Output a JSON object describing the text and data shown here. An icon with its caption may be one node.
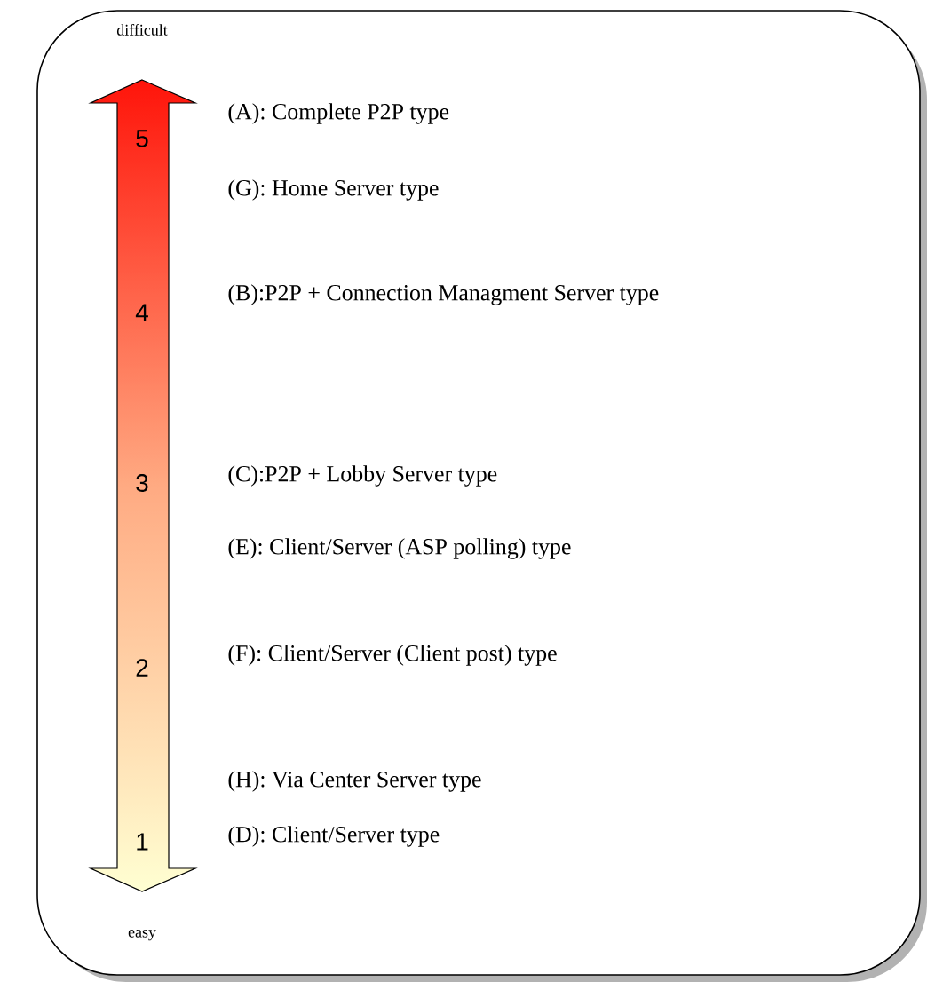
{
  "diagram": {
    "nodes": [
      {
        "text": [
          "5",
          "4",
          "3",
          "2",
          "1"
        ],
        "beside": [
          "difficult",
          "easy"
        ]
      }
    ],
    "labels": [
      "(A): Complete P2P type",
      "(G): Home Server type",
      "(B):P2P + Connection Managment Server type",
      "(C):P2P + Lobby Server type",
      "(E): Client/Server (ASP polling) type",
      "(F): Client/Server (Client post) type",
      "(H): Via Center Server type",
      "(D):  Client/Server type"
    ]
  }
}
